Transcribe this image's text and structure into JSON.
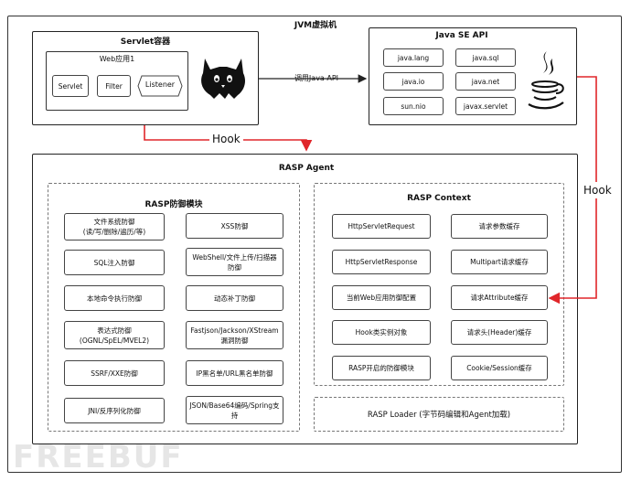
{
  "jvm": {
    "title": "JVM虚拟机"
  },
  "servlet": {
    "title": "Servlet容器",
    "webapp": "Web应用1",
    "items": [
      "Servlet",
      "Filter",
      "Listener"
    ]
  },
  "call_label": "调用Java API",
  "javase": {
    "title": "Java SE API",
    "packages": [
      "java.lang",
      "java.sql",
      "java.io",
      "java.net",
      "sun.nio",
      "javax.servlet"
    ]
  },
  "hook_label_left": "Hook",
  "hook_label_right": "Hook",
  "rasp": {
    "title": "RASP Agent",
    "defense": {
      "title": "RASP防御模块",
      "items": [
        "文件系统防御\n(读/写/删除/遍历/等)",
        "XSS防御",
        "SQL注入防御",
        "WebShell/文件上传/扫描器防御",
        "本地命令执行防御",
        "动态补丁防御",
        "表达式防御\n(OGNL/SpEL/MVEL2)",
        "Fastjson/Jackson/XStream漏洞防御",
        "SSRF/XXE防御",
        "IP黑名单/URL黑名单防御",
        "JNI/反序列化防御",
        "JSON/Base64编码/Spring支持"
      ]
    },
    "context": {
      "title": "RASP Context",
      "items": [
        "HttpServletRequest",
        "请求参数缓存",
        "HttpServletResponse",
        "Multipart请求缓存",
        "当前Web应用防御配置",
        "请求Attribute缓存",
        "Hook类实例对象",
        "请求头(Header)缓存",
        "RASP开启的防御模块",
        "Cookie/Session缓存"
      ]
    },
    "loader": "RASP Loader (字节码编辑和Agent加载)"
  },
  "watermark": "FREEBUF",
  "colors": {
    "hook_arrow": "#e0262a",
    "border": "#222222",
    "dashed": "#777777"
  }
}
